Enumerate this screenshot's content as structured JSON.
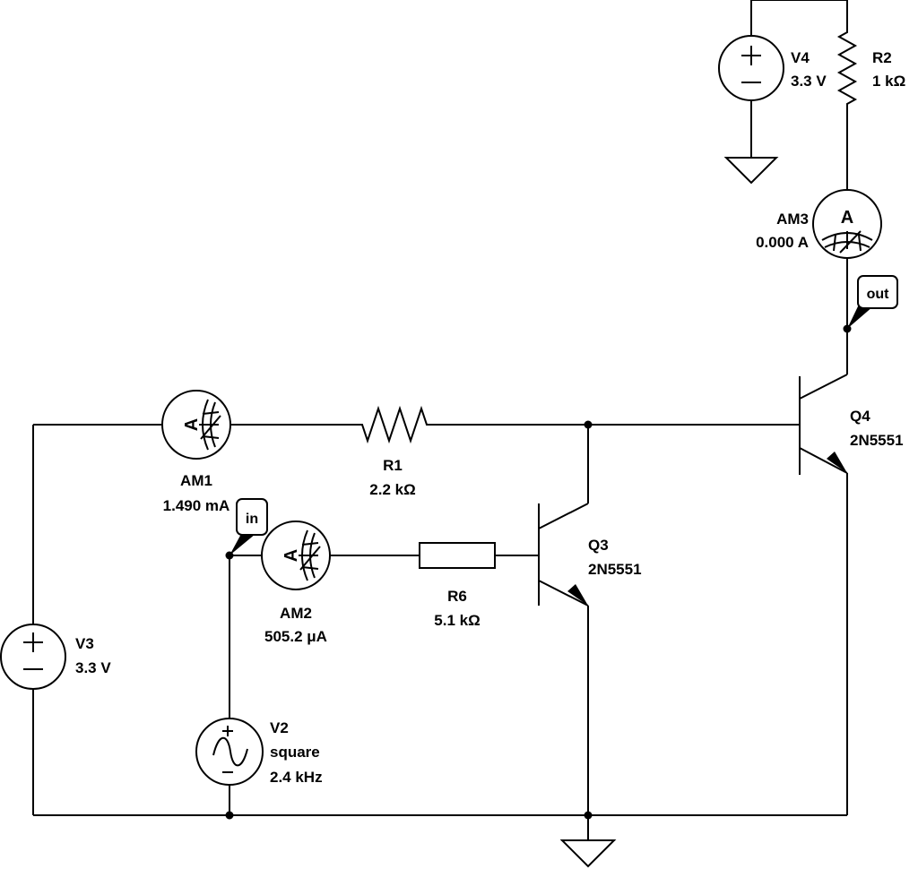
{
  "components": {
    "V4": {
      "ref": "V4",
      "value": "3.3 V"
    },
    "R2": {
      "ref": "R2",
      "value": "1 kΩ"
    },
    "AM3": {
      "ref": "AM3",
      "value": "0.000 A"
    },
    "Q4": {
      "ref": "Q4",
      "value": "2N5551"
    },
    "AM1": {
      "ref": "AM1",
      "value": "1.490 mA"
    },
    "R1": {
      "ref": "R1",
      "value": "2.2 kΩ"
    },
    "AM2": {
      "ref": "AM2",
      "value": "505.2 μA"
    },
    "R6": {
      "ref": "R6",
      "value": "5.1 kΩ"
    },
    "Q3": {
      "ref": "Q3",
      "value": "2N5551"
    },
    "V3": {
      "ref": "V3",
      "value": "3.3 V"
    },
    "V2": {
      "ref": "V2",
      "waveform": "square",
      "value": "2.4 kHz"
    }
  },
  "probes": {
    "in": "in",
    "out": "out"
  },
  "glyphs": {
    "ammeter": "A",
    "plus": "+",
    "minus": "−"
  }
}
